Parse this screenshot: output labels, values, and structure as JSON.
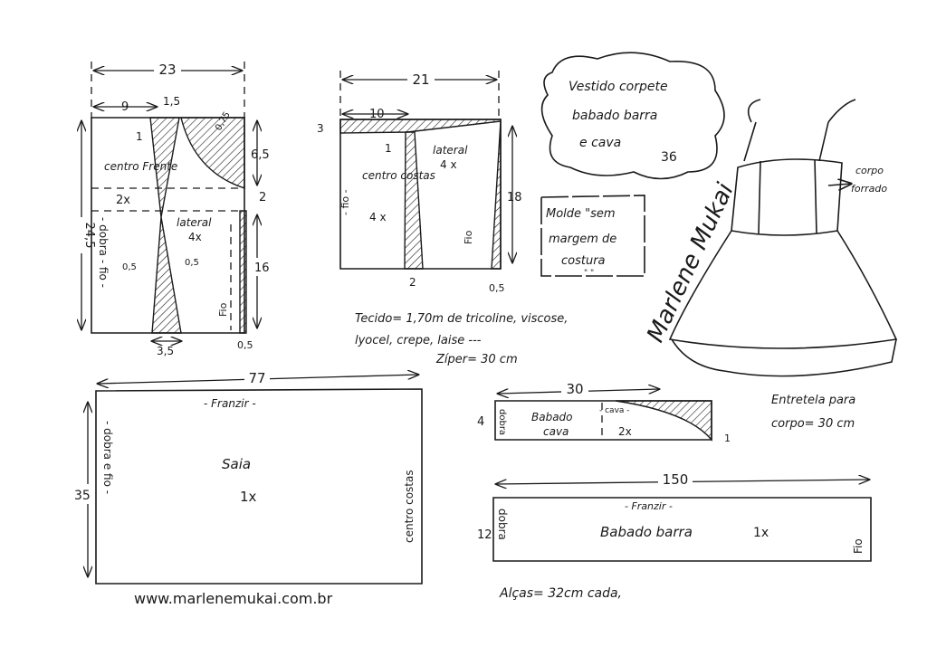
{
  "front_bodice": {
    "width": "23",
    "center_width": "9",
    "dart_top": "1,5",
    "dart_shift": "1",
    "curve": "0,75",
    "upper_height": "6,5",
    "band": "2",
    "lower_height": "16",
    "total_height": "24,5",
    "label": "centro Frente",
    "count": "2x",
    "side_label": "lateral",
    "side_count": "4x",
    "fold": "- dobra - fio -",
    "dart_left": "0,5",
    "dart_right": "0,5",
    "grain": "Fio",
    "dart_bottom": "3,5",
    "side_bottom": "0,5"
  },
  "back_bodice": {
    "width": "21",
    "center_width": "10",
    "top_drop": "3",
    "dart_shift": "1",
    "label": "centro costas",
    "count": "4 x",
    "side_label": "lateral",
    "side_count": "4 x",
    "fold": "- fio -",
    "grain": "Fio",
    "height": "18",
    "dart_bottom": "2",
    "side_bottom": "0,5"
  },
  "title_cloud": {
    "line1": "Vestido corpete",
    "line2": "babado barra",
    "line3": "e cava",
    "size": "36"
  },
  "note": {
    "line1": "Molde \"sem",
    "line2": "margem de",
    "line3": "costura",
    "marks": "\" \""
  },
  "dress_label": {
    "line1": "corpo",
    "line2": "forrado"
  },
  "signature": "Marlene Mukai",
  "fabric": {
    "line1": "Tecido= 1,70m de tricoline, viscose,",
    "line2": "lyocel, crepe, laise ---",
    "zipper": "Zíper= 30 cm"
  },
  "skirt": {
    "width": "77",
    "gather": "- Franzir -",
    "label": "Saia",
    "count": "1x",
    "height": "35",
    "fold": "- dobra e fio -",
    "back": "centro costas"
  },
  "armhole_ruffle": {
    "width": "30",
    "height": "4",
    "fold": "dobra",
    "label1": "Babado",
    "label2": "cava",
    "cava": "- cava -",
    "count": "2x",
    "drop": "1"
  },
  "interfacing": {
    "line1": "Entretela para",
    "line2": "corpo= 30 cm"
  },
  "hem_ruffle": {
    "width": "150",
    "gather": "- Franzir -",
    "height": "12",
    "fold": "dobra",
    "label": "Babado barra",
    "count": "1x",
    "grain": "Fio"
  },
  "straps": "Alças= 32cm cada,",
  "website": "www.marlenemukai.com.br"
}
